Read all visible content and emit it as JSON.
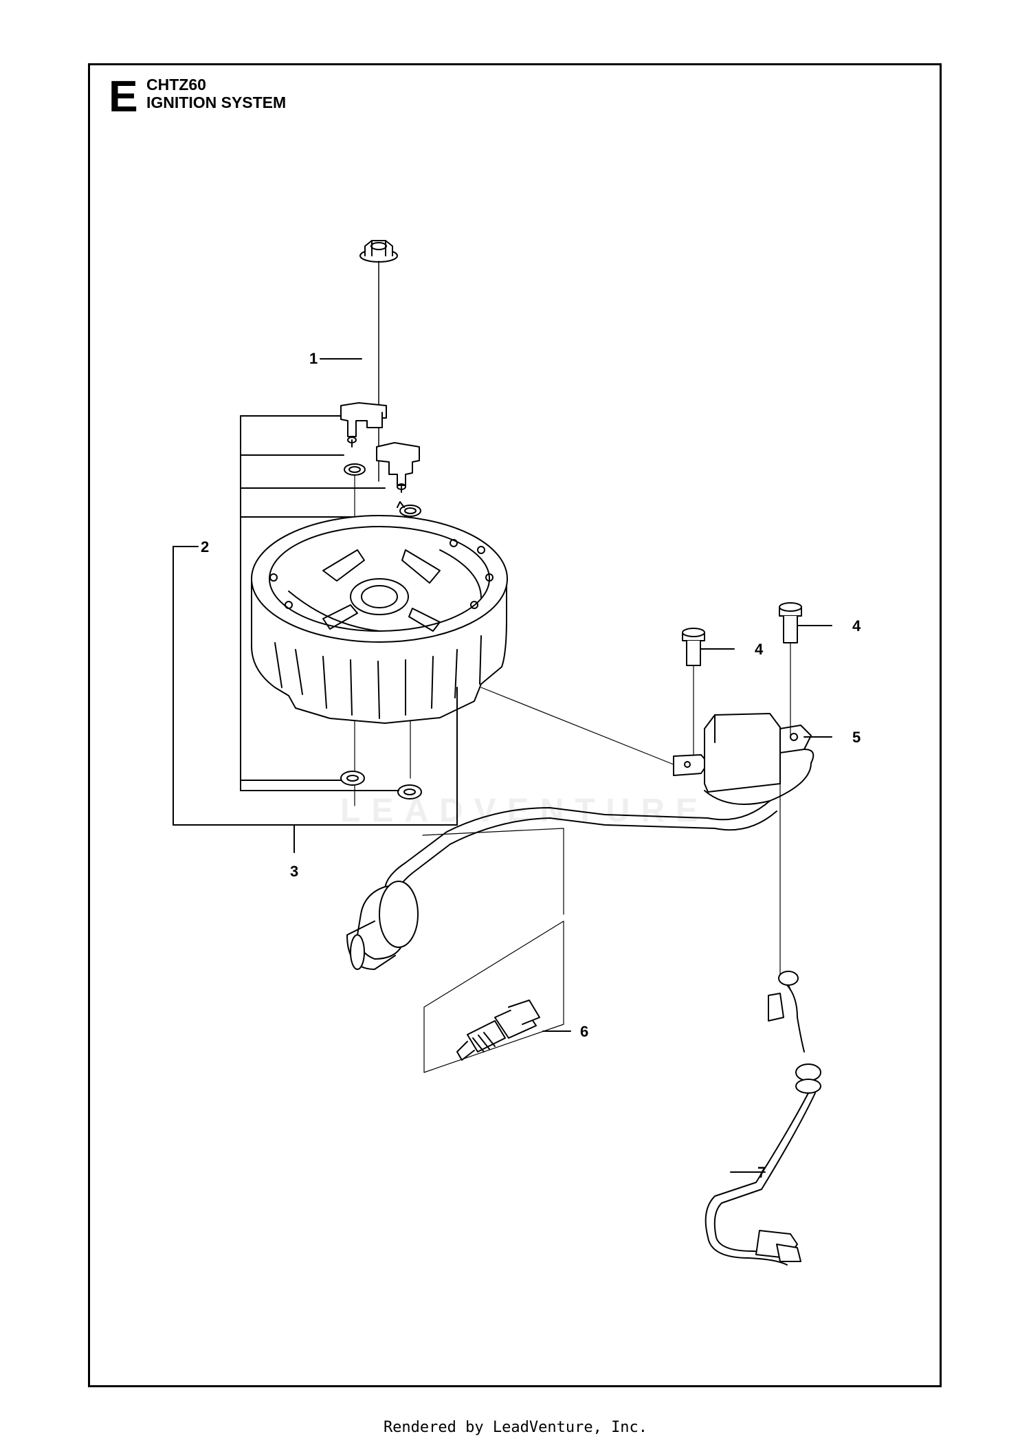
{
  "header": {
    "section_letter": "E",
    "model_code": "CHTZ60",
    "section_title": "IGNITION SYSTEM"
  },
  "callouts": {
    "c1": "1",
    "c2": "2",
    "c3": "3",
    "c4a": "4",
    "c4b": "4",
    "c5": "5",
    "c6": "6",
    "c7": "7"
  },
  "watermark": "LEADVENTURE",
  "footer": "Rendered by LeadVenture, Inc."
}
